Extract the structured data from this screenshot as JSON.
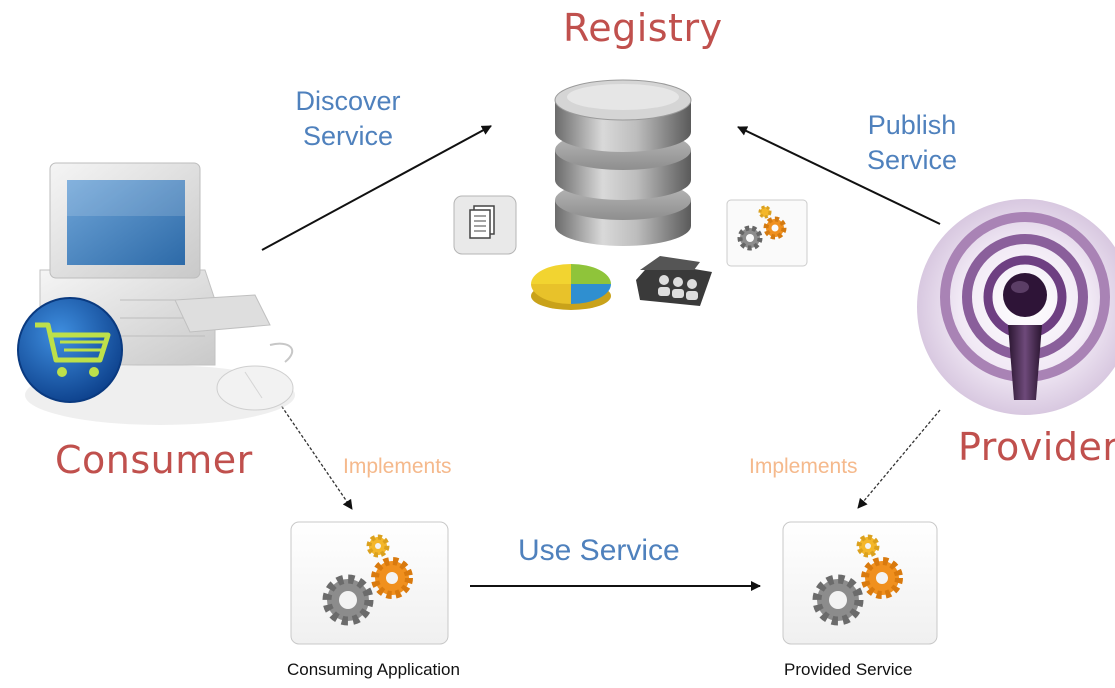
{
  "registry": {
    "title": "Registry"
  },
  "consumer": {
    "title": "Consumer"
  },
  "provider": {
    "title": "Provider"
  },
  "edges": {
    "discover": {
      "line1": "Discover",
      "line2": "Service"
    },
    "publish": {
      "line1": "Publish",
      "line2": "Service"
    },
    "use": {
      "label": "Use Service"
    },
    "implements_left": {
      "label": "Implements"
    },
    "implements_right": {
      "label": "Implements"
    }
  },
  "boxes": {
    "consuming_app": {
      "caption": "Consuming Application"
    },
    "provided_service": {
      "caption": "Provided Service"
    }
  },
  "icons": {
    "database": "database-icon",
    "documents": "documents-icon",
    "pie_chart": "pie-chart-icon",
    "people_folder": "people-folder-icon",
    "gears": "gears-icon",
    "computer": "computer-icon",
    "cart": "shopping-cart-icon",
    "podcast": "podcast-icon"
  },
  "colors": {
    "title_red": "#c0504d",
    "edge_blue": "#4f81bd",
    "implements_orange": "#f5b98c",
    "gear_orange": "#f0901e"
  }
}
